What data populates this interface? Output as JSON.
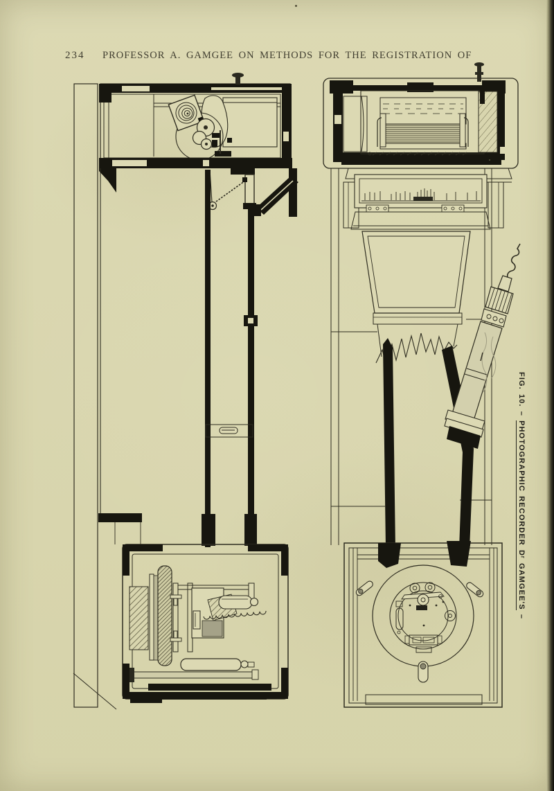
{
  "page": {
    "number": "234",
    "running_title": "PROFESSOR A. GAMGEE ON METHODS FOR THE REGISTRATION OF"
  },
  "figure": {
    "caption_prefix": "FIG. 10. – ",
    "caption_underlined": "PHOTOGRAPHIC RECORDER Dʳ GAMGEE'S",
    "caption_suffix": " –"
  },
  "colors": {
    "paper": "#dcd9b3",
    "ink_line": "#2e2c20",
    "ink_black": "#17160f",
    "page_edge": "#0b0b07"
  }
}
